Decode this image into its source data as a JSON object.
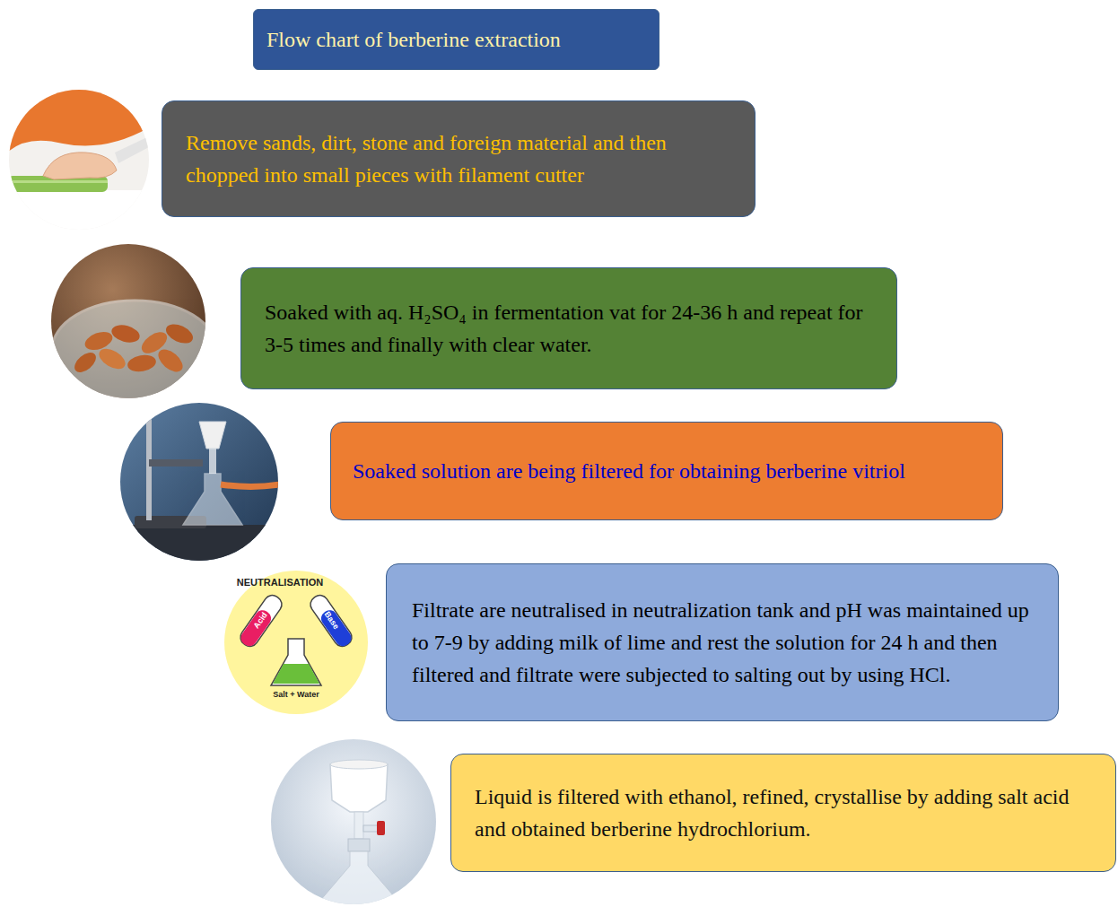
{
  "diagram": {
    "title": "Flow chart of berberine extraction",
    "nodes": [
      {
        "text": [
          "Remove sands, dirt, stone and foreign material and then chopped into small pieces with filament cutter"
        ]
      },
      {
        "text": [
          "Soaked with aq. H₂SO₄ in fermentation vat for 24-36 h and repeat for 3-5 times and finally with clear water."
        ]
      },
      {
        "text": [
          "Soaked solution are being filtered for obtaining berberine vitriol"
        ]
      },
      {
        "text": [
          "Filtrate are neutralised in neutralization tank and pH was maintained up to 7-9 by adding milk of lime and rest the solution for 24 h and then filtered and filtrate were subjected to salting out by using HCl."
        ]
      },
      {
        "text": [
          "Liquid is filtered with ethanol, refined, crystallise by adding salt acid and obtained berberine hydrochlorium."
        ]
      }
    ],
    "labels": [
      "NEUTRALISATION",
      "Acid",
      "Base",
      "Salt + Water"
    ]
  }
}
